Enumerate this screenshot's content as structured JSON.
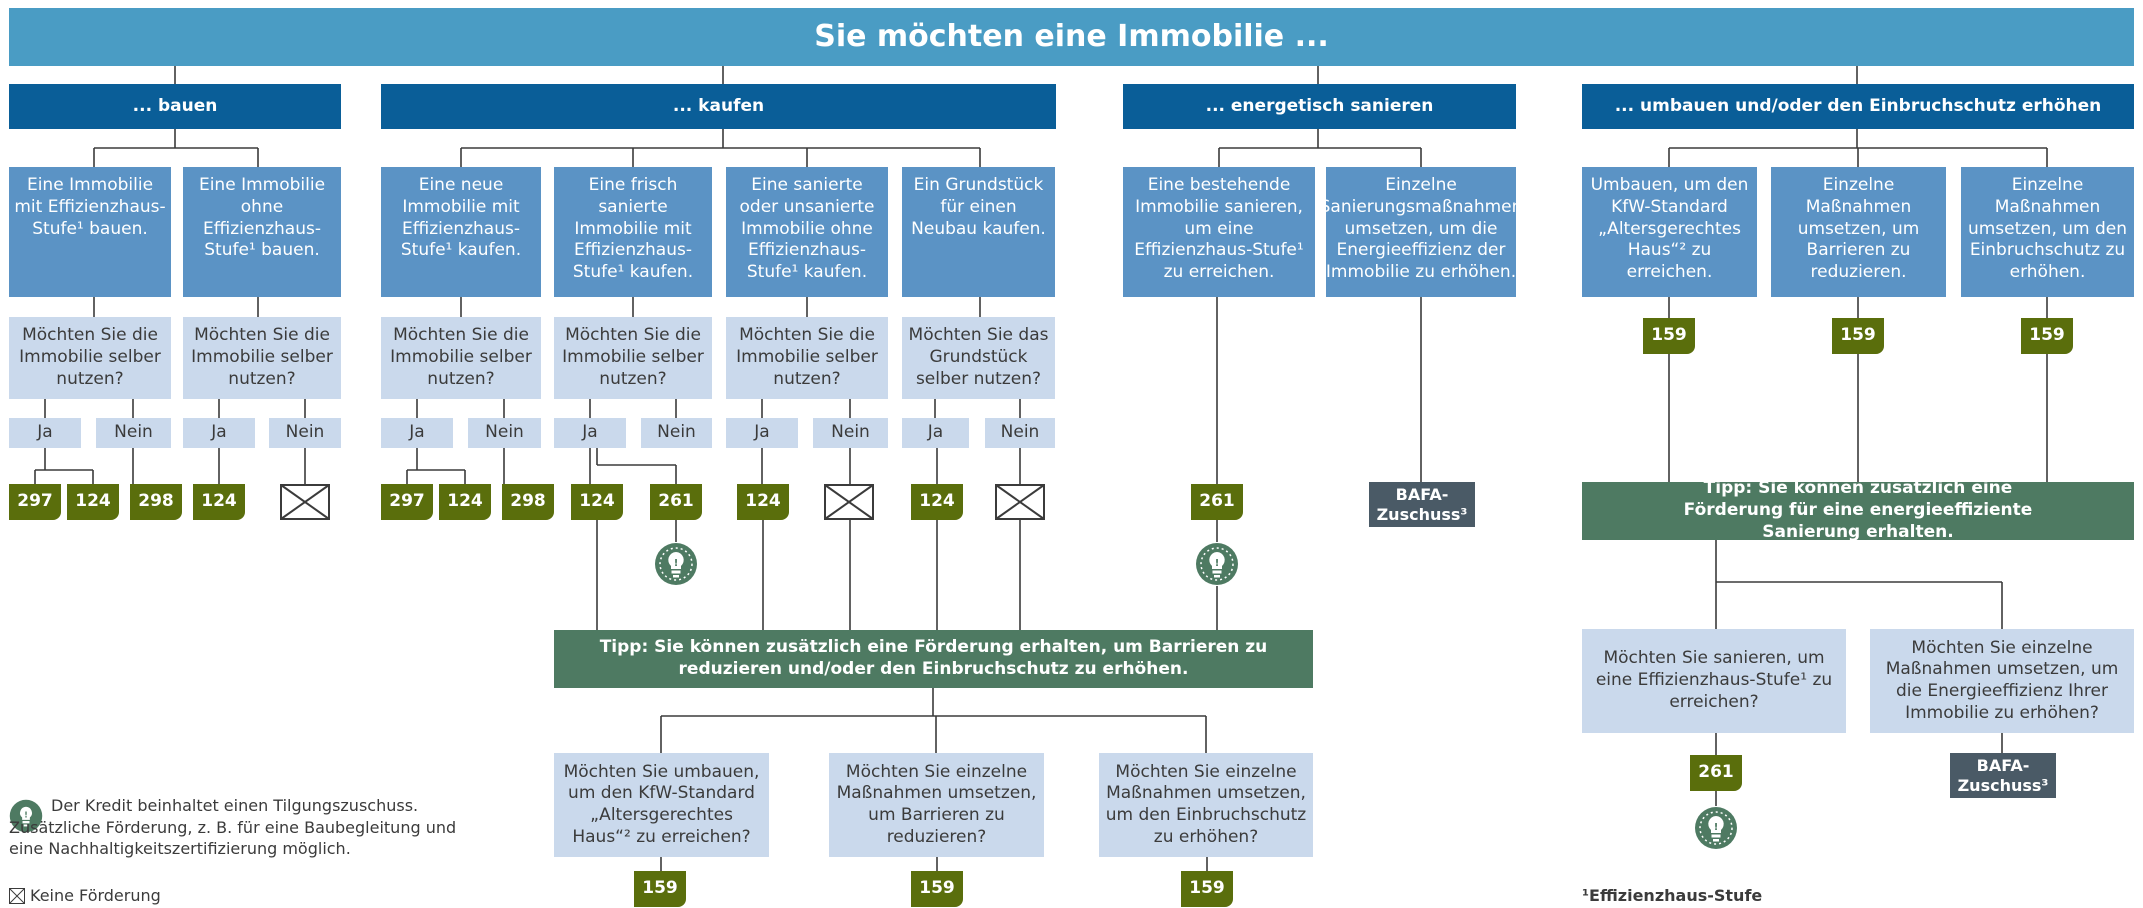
{
  "title": "Sie möchten eine Immobilie ...",
  "categories": {
    "bauen": "... bauen",
    "kaufen": "... kaufen",
    "sanieren": "... energetisch sanieren",
    "umbauen": "... umbauen und/oder den Einbruchschutz erhöhen"
  },
  "options": {
    "o1": "Eine Immobilie mit Effizienzhaus-Stufe¹ bauen.",
    "o2": "Eine Immobilie ohne Effizienzhaus-Stufe¹ bauen.",
    "o3": "Eine neue Immobilie mit Effizienzhaus-Stufe¹ kaufen.",
    "o4": "Eine frisch sanierte Immobilie mit Effizienzhaus-Stufe¹ kaufen.",
    "o5": "Eine sanierte oder unsanierte Immobilie ohne Effizienzhaus-Stufe¹ kaufen.",
    "o6": "Ein Grundstück für einen Neubau kaufen.",
    "o7": "Eine bestehende Immobilie sanieren, um eine Effizienzhaus-Stufe¹ zu erreichen.",
    "o8": "Einzelne Sanierungsmaßnahmen umsetzen, um die Energieeffizienz der Immobilie zu erhöhen.",
    "o9": "Umbauen, um den KfW-Standard „Altersgerechtes Haus“² zu erreichen.",
    "o10": "Einzelne Maßnahmen umsetzen, um Barrieren zu reduzieren.",
    "o11": "Einzelne Maßnahmen umsetzen, um den Einbruchschutz zu erhöhen."
  },
  "questions": {
    "selbst": "Möchten Sie die Immobilie selber nutzen?",
    "grundstueck": "Möchten Sie das Grundstück selber nutzen?",
    "umbau_alt": "Möchten Sie umbauen, um den KfW-Standard „Altersgerechtes Haus“² zu erreichen?",
    "barrieren": "Möchten Sie einzelne Maßnahmen umsetzen, um Barrieren zu reduzieren?",
    "einbruch": "Möchten Sie einzelne Maßnahmen umsetzen, um den Einbruchschutz zu erhöhen?",
    "sanieren_stufe": "Möchten Sie sanieren, um eine Effizienzhaus-Stufe¹ zu erreichen?",
    "einzeln_effizienz": "Möchten Sie einzelne Maßnahmen umsetzen, um die Energieeffizienz Ihrer Immobilie zu erhöhen?"
  },
  "answers": {
    "yes": "Ja",
    "no": "Nein"
  },
  "programs": {
    "p124": "124",
    "p159": "159",
    "p261": "261",
    "p297": "297",
    "p298": "298"
  },
  "bafa": "BAFA-Zuschuss³",
  "tips": {
    "barrieren": "Tipp: Sie können zusätzlich eine Förderung erhalten, um Barrieren zu reduzieren und/oder den Einbruchschutz zu erhöhen.",
    "sanierung": "Tipp: Sie können zusätzlich eine Förderung für eine energieeffiziente Sanierung erhalten."
  },
  "legend": {
    "kredit": "Der Kredit beinhaltet einen Tilgungszuschuss. Zusätzliche Förderung, z. B. für eine Baubegleitung und eine Nachhaltigkeitszertifizierung möglich.",
    "keine": "Keine Förderung",
    "footnote": "¹Effizienzhaus-Stufe"
  },
  "colors": {
    "title": "#4a9cc4",
    "category": "#0a5e98",
    "option": "#5b93c5",
    "question": "#cad9ec",
    "program": "#5a6e0c",
    "tip": "#4e7a62",
    "bafa": "#4a5a66",
    "line": "#3b3b3b"
  },
  "icons": [
    "lightbulb-icon",
    "no-funding-icon"
  ]
}
